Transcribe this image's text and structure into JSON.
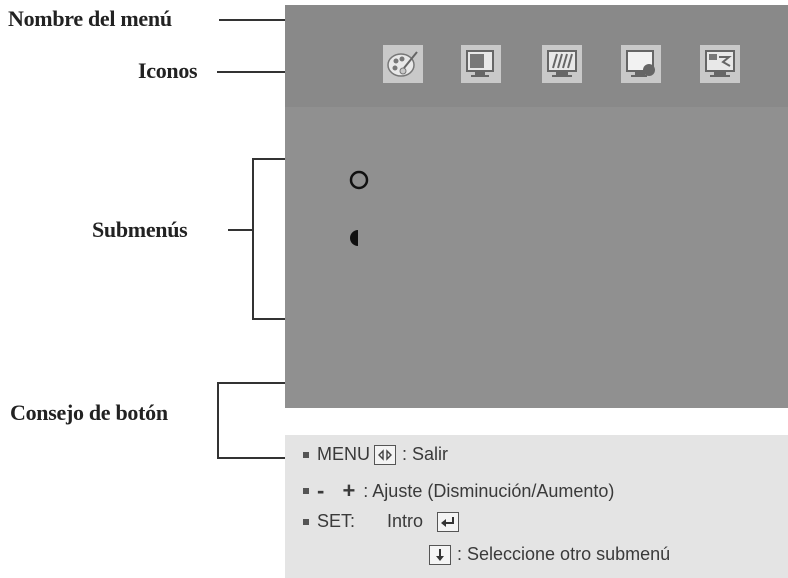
{
  "labels": {
    "menu_name": "Nombre del menú",
    "icons": "Iconos",
    "submenus": "Submenús",
    "button_tip": "Consejo de botón"
  },
  "osd": {
    "icons": [
      "palette-icon",
      "monitor-icon",
      "tracking-icon",
      "image-adjust-icon",
      "setup-icon"
    ],
    "submenu_markers": [
      "circle-marker",
      "half-circle-marker"
    ],
    "colors": {
      "panel": "#8c8c8c",
      "icon_bg": "#c9c9c9"
    }
  },
  "hints": {
    "menu_key": "MENU",
    "menu_action": ": Salir",
    "adjust_keys": "- +",
    "adjust_action": ": Ajuste (Disminución/Aumento)",
    "set_key": "SET:",
    "set_action": "Intro",
    "select_action": ": Seleccione otro submenú"
  }
}
